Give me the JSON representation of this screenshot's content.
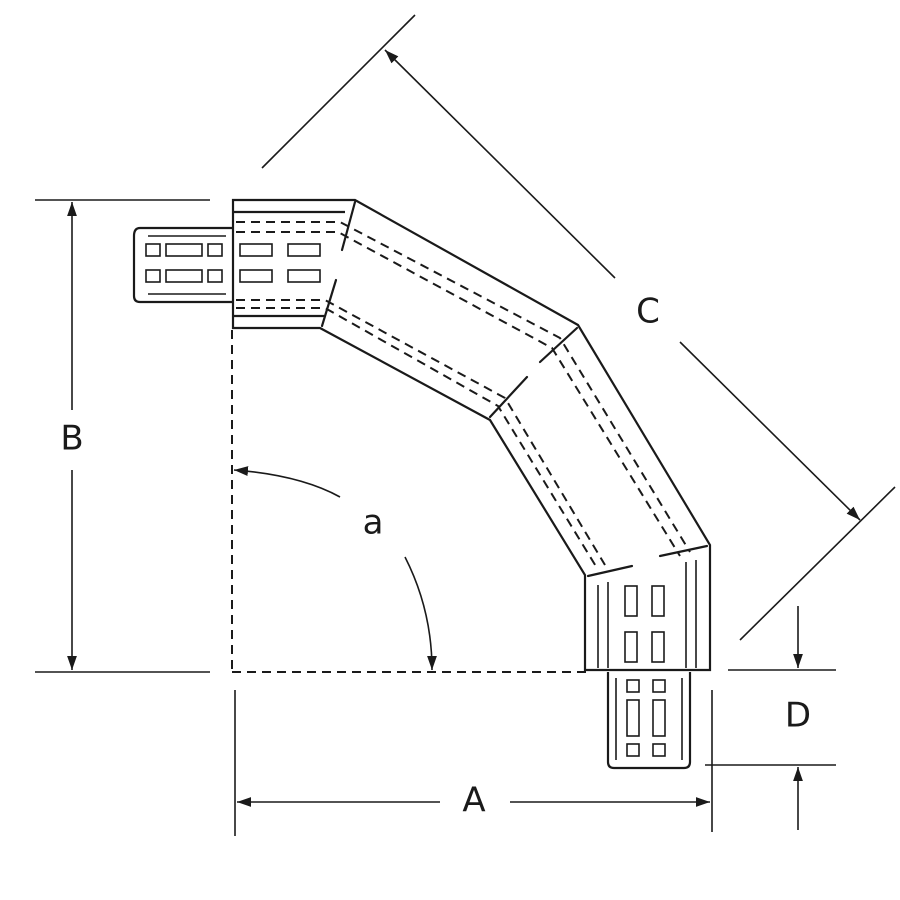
{
  "diagram": {
    "title_hidden": "",
    "labels": {
      "A": "A",
      "B": "B",
      "C": "C",
      "D": "D",
      "angle": "a"
    },
    "colors": {
      "line": "#1a1a1a",
      "background": "#ffffff"
    }
  }
}
